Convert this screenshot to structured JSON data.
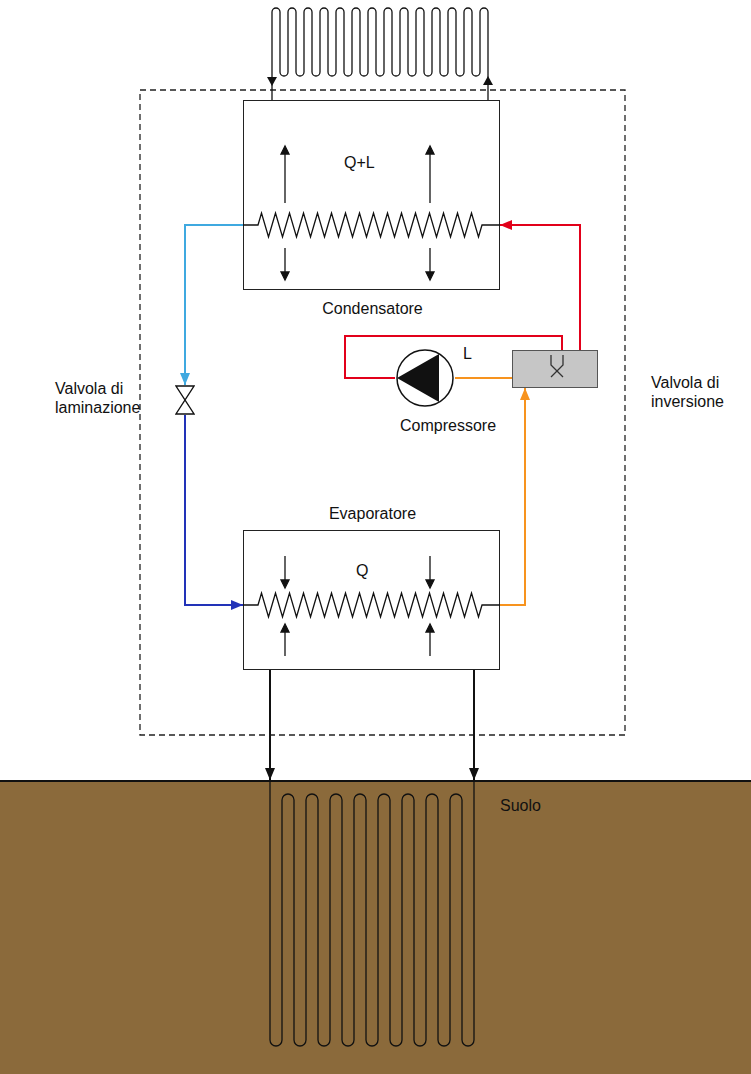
{
  "diagram": {
    "nodes": [
      {
        "text": [
          "Q+L",
          "Condensatore"
        ]
      },
      {
        "text": [
          "Valvola di laminazione"
        ]
      },
      {
        "text": [
          "L",
          "Compressore"
        ]
      },
      {
        "text": [
          "Valvola di inversione"
        ]
      },
      {
        "text": [
          "Evaporatore",
          "Q"
        ]
      },
      {
        "text": [
          "Suolo"
        ]
      }
    ],
    "edges": [
      {
        "from": 0,
        "to": 1,
        "arrow": "to"
      },
      {
        "from": 1,
        "to": 4,
        "arrow": "to"
      },
      {
        "from": 4,
        "to": 3,
        "arrow": "to"
      },
      {
        "from": 3,
        "to": 2,
        "arrow": "none"
      },
      {
        "from": 2,
        "to": 3,
        "arrow": "none"
      },
      {
        "from": 3,
        "to": 0,
        "arrow": "to"
      },
      {
        "from": 4,
        "to": 5,
        "arrow": "to"
      },
      {
        "from": 4,
        "to": 5,
        "arrow": "to"
      }
    ]
  }
}
